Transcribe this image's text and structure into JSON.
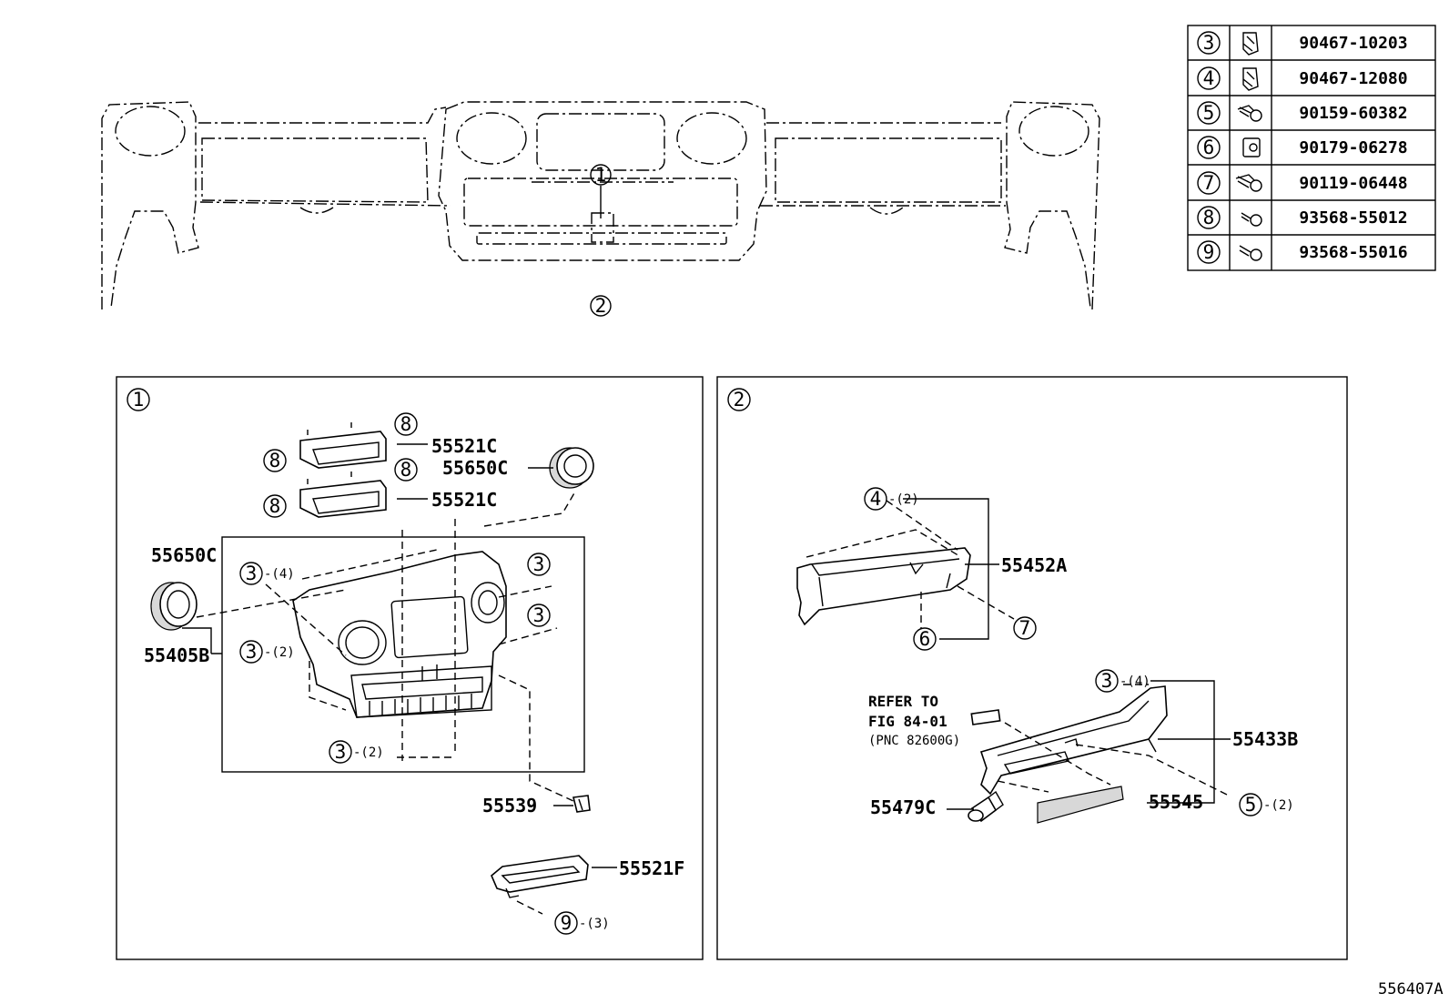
{
  "drawing_number": "556407A",
  "table": {
    "rows": [
      {
        "circle": "3",
        "icon": "clip-icon",
        "part_no": "90467-10203"
      },
      {
        "circle": "4",
        "icon": "clip-icon",
        "part_no": "90467-12080"
      },
      {
        "circle": "5",
        "icon": "screw-icon",
        "part_no": "90159-60382"
      },
      {
        "circle": "6",
        "icon": "nut-clip-icon",
        "part_no": "90179-06278"
      },
      {
        "circle": "7",
        "icon": "screw-icon",
        "part_no": "90119-06448"
      },
      {
        "circle": "8",
        "icon": "screw-icon",
        "part_no": "93568-55012"
      },
      {
        "circle": "9",
        "icon": "screw-icon",
        "part_no": "93568-55016"
      }
    ]
  },
  "overview": {
    "callout_1": "1",
    "callout_2": "2"
  },
  "panel1": {
    "id": "1",
    "labels": {
      "p55521c_a": "55521C",
      "p55650c_a": "55650C",
      "p55521c_b": "55521C",
      "p55650c_b": "55650C",
      "p55405b": "55405B",
      "p55539": "55539",
      "p55521f": "55521F"
    },
    "callouts": {
      "c8a": "8",
      "c8b": "8",
      "c8c": "8",
      "c8d": "8",
      "c3a": "3",
      "c3a_qty": "-(4)",
      "c3b": "3",
      "c3c": "3",
      "c3d": "3",
      "c3d_qty": "-(2)",
      "c3e": "3",
      "c3e_qty": "-(2)",
      "c9": "9",
      "c9_qty": "-(3)"
    }
  },
  "panel2": {
    "id": "2",
    "labels": {
      "p55452a": "55452A",
      "p55433b": "55433B",
      "p55545": "55545",
      "p55479c": "55479C",
      "refer_line1": "REFER TO",
      "refer_line2": "FIG 84-01",
      "refer_line3": "(PNC 82600G)"
    },
    "callouts": {
      "c4": "4",
      "c4_qty": "-(2)",
      "c7": "7",
      "c6": "6",
      "c3": "3",
      "c3_qty": "-(4)",
      "c5": "5",
      "c5_qty": "-(2)"
    }
  }
}
